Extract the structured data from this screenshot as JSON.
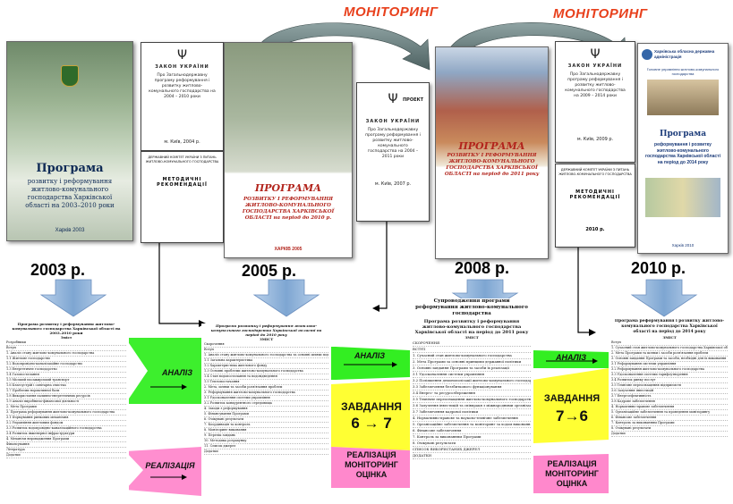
{
  "monitoring": [
    "МОНІТОРИНГ",
    "МОНІТОРИНГ"
  ],
  "years": [
    "2003 р.",
    "2005 р.",
    "2008 р.",
    "2010 р."
  ],
  "cover2003": {
    "title": "Програма",
    "subtitle": "розвитку і реформування житлово-комунального господарства Харківської області на 2003–2010 роки",
    "place": "Харків 2003"
  },
  "law2004": {
    "header": "ЗАКОН УКРАЇНИ",
    "text": "Про Загальнодержавну програму реформування і розвитку житлово-комунального господарства на 2004 – 2010 роки",
    "footer": "м. Київ, 2004 р."
  },
  "method2005": {
    "small": "ДЕРЖАВНИЙ КОМІТЕТ УКРАЇНИ З ПИТАНЬ ЖИТЛОВО-КОМУНАЛЬНОГО ГОСПОДАРСТВА",
    "big": "МЕТОДИЧНІ РЕКОМЕНДАЦІЇ"
  },
  "cover2005": {
    "title": "ПРОГРАМА",
    "subtitle": "РОЗВИТКУ І РЕФОРМУВАННЯ ЖИТЛОВО-КОМУНАЛЬНОГО ГОСПОДАРСТВА ХАРКІВСЬКОЇ ОБЛАСТІ на період до 2010 р.",
    "place": "ХАРКІВ 2005"
  },
  "law2007": {
    "header": "ЗАКОН УКРАЇНИ",
    "proj": "ПРОЕКТ",
    "text": "Про Загальнодержавну програму реформування і розвитку житлово-комунального господарства на 2004 – 2011 роки",
    "footer": "м. Київ, 2007 р."
  },
  "cover2008": {
    "title": "ПРОГРАМА",
    "subtitle": "РОЗВИТКУ І РЕФОРМУВАННЯ ЖИТЛОВО-КОМУНАЛЬНОГО ГОСПОДАРСТВА ХАРКІВСЬКОЇ ОБЛАСТІ на період до 2011 року"
  },
  "law2009": {
    "header": "ЗАКОН УКРАЇНИ",
    "text": "Про Загальнодержавну програму реформування і розвитку житлово-комунального господарства на 2009 – 2014 роки",
    "footer": "м. Київ, 2009 р."
  },
  "method2009": {
    "small": "ДЕРЖАВНИЙ КОМІТЕТ УКРАЇНИ З ПИТАНЬ ЖИТЛОВО-КОМУНАЛЬНОГО ГОСПОДАРСТВА",
    "big": "МЕТОДИЧНІ РЕКОМЕНДАЦІЇ",
    "year": "2010 р."
  },
  "cover2010": {
    "header": "Харківська обласна державна адміністрація",
    "sub": "Головне управління житлово-комунального господарства",
    "title": "Програма",
    "subtitle": "реформування і розвитку житлово-комунального господарства Харківської області на період до 2014 року",
    "place": "Харків 2010"
  },
  "doc1": {
    "title": "Програма розвитку і реформування житлово-комунального господарства Харківської області на 2003–2010 роки",
    "toc_head": "Зміст",
    "toc": [
      "Розробники",
      "Вступ",
      "1. Аналіз стану житлово-комунального господарства",
      "1.1 Житлове господарство",
      "1.2 Водопровідно-каналізаційне господарство",
      "1.3 Енергетичне господарство",
      "1.4 Газопостачання",
      "1.5 Міський пасажирський транспорт",
      "1.6 Благоустрій і санітарна очистка",
      "1.7 Проблеми нормативної бази",
      "1.8 Використання паливно-енергетичних ресурсів",
      "1.9 Аналіз виробничо-фінансової діяльності",
      "2. Мета Програми",
      "3. Програма реформування житлово-комунального господарства",
      "3.1 Формування ринкових механізмів",
      "3.2 Управління житловим фондом",
      "3.3 Розвиток водопровідно-каналізаційного господарства",
      "3.4 Розвиток інженерної інфраструктури",
      "4. Механізм впровадження Програми",
      "Фінансування",
      "Література",
      "Додатки"
    ]
  },
  "doc2": {
    "title": "Програма розвитку і реформування житлово-комунального господарства Харківської області на період до 2010 року",
    "toc_head": "ЗМІСТ",
    "toc": [
      "Скорочення",
      "Вступ",
      "1. Аналіз стану житлово-комунального господарства та основні шляхи подальшої модернізації",
      "1.1 Загальна характеристика",
      "1.2 Характеристика житлового фонду",
      "1.3 Основні проблеми житлово-комунального господарства",
      "1.4 Стан водопостачання та водовідведення",
      "1.5 Теплопостачання",
      "2. Мета, шляхи та засоби розв'язання проблем",
      "3. Реформування житлово-комунального господарства",
      "3.1 Удосконалення системи управління",
      "3.2 Розвиток конкурентного середовища",
      "4. Заходи з реформування",
      "5. Фінансування Програми",
      "6. Очікувані результати",
      "7. Координація та контроль",
      "8. Моніторинг виконання",
      "9. Перелік завдань",
      "10. Методика розрахунку",
      "11. Список джерел",
      "Додатки"
    ]
  },
  "doc3": {
    "title": "Супроводження програми реформування житлово-комунального господарства",
    "title2": "Програма розвитку і реформування житлово-комунального господарства Харківської області на період до 2011 року",
    "toc_head": "ЗМІСТ",
    "toc": [
      "СКОРОЧЕННЯ",
      "ВСТУП",
      "1. Сучасний стан житлово-комунального господарства",
      "2. Мета Програми за основні принципи державної політики",
      "3. Основні завдання Програми та засоби їх реалізації",
      "3.1 Удосконалення системи управління",
      "3.2 Поліпшення демонополізації житлово-комунального господарства",
      "3.3 Забезпечення беззбиткового функціонування",
      "3.4 Енерго- та ресурсозбереження",
      "3.5 Технічне переоснащення житлово-комунального господарства",
      "3.6 Залучення інвестицій та співпраця з міжнародними організаціями",
      "3.7 Забезпечення кадрової політики",
      "4. Нормативно-правове та науково-технічне забезпечення",
      "5. Організаційне забезпечення та моніторинг за ходом виконання Програми",
      "6. Фінансове забезпечення",
      "7. Контроль за виконанням Програми",
      "8. Очікувані результати",
      "СПИСОК ВИКОРИСТАНИХ ДЖЕРЕЛ",
      "ДОДАТКИ"
    ]
  },
  "doc4": {
    "title": "Програма реформування і розвитку житлово-комунального господарства Харківської області на період до 2014 року",
    "toc_head": "ЗМІСТ",
    "toc": [
      "Вступ",
      "1. Сучасний стан житлово-комунального господарства Харківської області",
      "2. Мета Програми та шляхи і засоби розв'язання проблем",
      "3. Основні завдання Програми та засоби, необхідні для їх виконання",
      "3.1 Реформування системи управління",
      "3.2 Реформування житлово-комунального господарства",
      "3.3 Удосконалення системи тарифоутворення",
      "3.4 Розвиток ринку послуг",
      "3.5 Технічне переоснащення підприємств",
      "3.6 Залучення інвестицій",
      "3.7 Енергоефективність",
      "3.8 Кадрове забезпечення",
      "4. Нормативно-правове забезпечення",
      "5. Організаційне забезпечення та проведення моніторингу",
      "6. Фінансове забезпечення",
      "7. Контроль за виконанням Програми",
      "8. Очікувані результати",
      "Додатки"
    ]
  },
  "labels": {
    "analiz1": "АНАЛІЗ",
    "realiz1": "РЕАЛІЗАЦІЯ",
    "analiz2": "АНАЛІЗ",
    "zavd2": "ЗАВДАННЯ",
    "zavd2n": "6 → 7",
    "real2a": "РЕАЛІЗАЦІЯ",
    "real2b": "МОНІТОРИНГ",
    "real2c": "ОЦІНКА",
    "analiz3": "АНАЛІЗ",
    "zavd3": "ЗАВДАННЯ",
    "zavd3n": "7→6",
    "real3a": "РЕАЛІЗАЦІЯ",
    "real3b": "МОНІТОРИНГ",
    "real3c": "ОЦІНКА"
  },
  "colors": {
    "monitoring": "#e8401c",
    "green": "#33ee22",
    "yellow": "#ffff33",
    "pink": "#ff88cc",
    "arrow_blue": "#8fb3d8",
    "arc_grey": "#6a7f7f"
  }
}
